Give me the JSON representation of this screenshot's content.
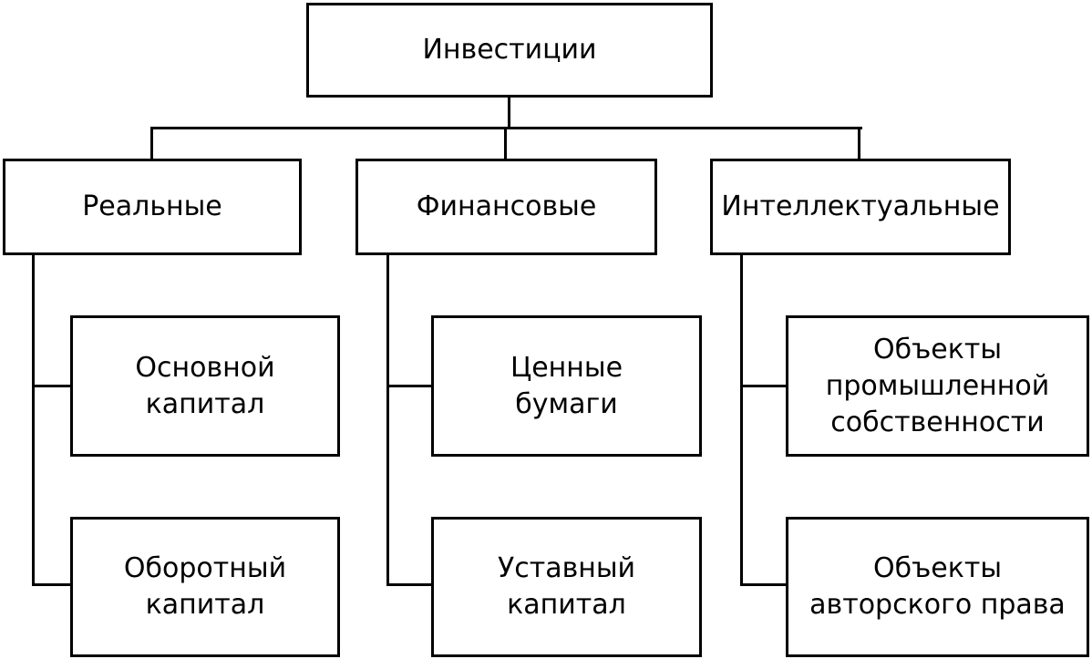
{
  "diagram": {
    "root": {
      "label": "Инвестиции"
    },
    "categories": [
      {
        "label": "Реальные",
        "children": [
          {
            "label": "Основной\nкапитал"
          },
          {
            "label": "Оборотный\nкапитал"
          }
        ]
      },
      {
        "label": "Финансовые",
        "children": [
          {
            "label": "Ценные\nбумаги"
          },
          {
            "label": "Уставный\nкапитал"
          }
        ]
      },
      {
        "label": "Интеллектуальные",
        "children": [
          {
            "label": "Объекты\nпромышленной\nсобственности"
          },
          {
            "label": "Объекты\nавторского права"
          }
        ]
      }
    ]
  }
}
